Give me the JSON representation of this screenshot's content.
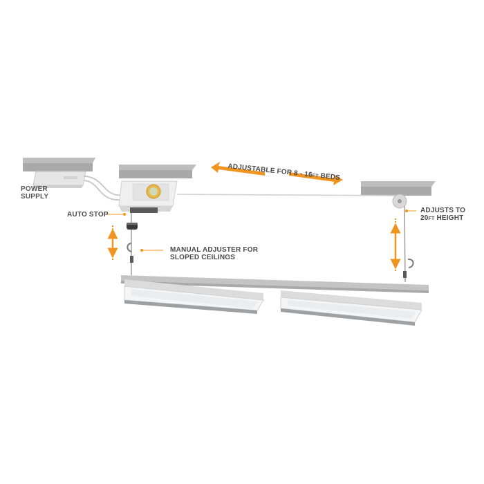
{
  "colors": {
    "accent": "#f0951f",
    "label_text": "#555555",
    "rail": "#a9a9a9",
    "rail_dark": "#8e8e8e",
    "light_frame": "#d9d9d9",
    "light_panel": "#eef1f3",
    "cable": "#c9c9c9"
  },
  "icons": {
    "power_supply": "power-supply-box-icon",
    "motor_unit": "motor-unit-icon",
    "pulley": "pulley-icon",
    "hook": "hook-icon",
    "auto_stop": "auto-stop-weight-icon",
    "arrow_vertical": "double-arrow-vertical-icon",
    "arrow_horizontal": "double-arrow-horizontal-icon"
  },
  "labels": {
    "power_supply": [
      "POWER",
      "SUPPLY"
    ],
    "auto_stop": "AUTO STOP",
    "adjustable": {
      "prefix": "ADJUSTABLE FOR 8 - 16",
      "unit": "FT",
      "suffix": " BEDS"
    },
    "adjusts_to": {
      "line1": "ADJUSTS TO",
      "num": "20",
      "unit": "FT",
      "suffix": " HEIGHT"
    },
    "manual_adjuster": [
      "MANUAL ADJUSTER FOR",
      "SLOPED CEILINGS"
    ]
  }
}
